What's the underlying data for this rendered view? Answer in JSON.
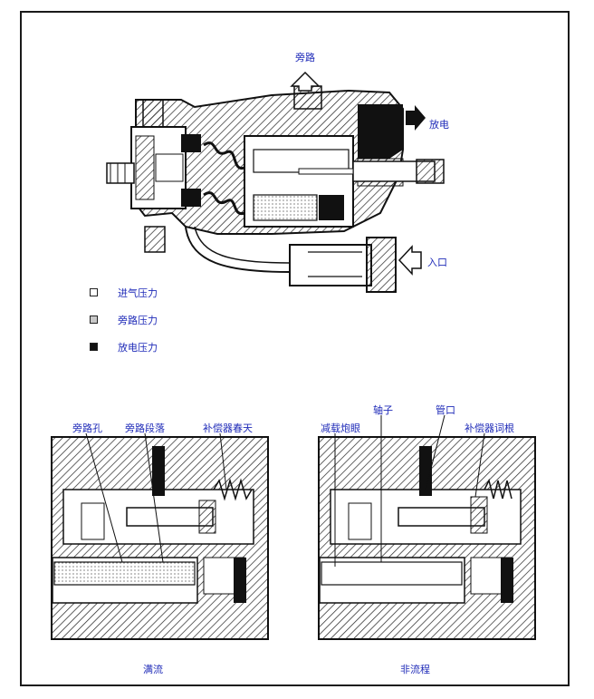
{
  "top_labels": {
    "bypass": "旁路",
    "discharge": "放电",
    "inlet": "入口"
  },
  "legend": [
    {
      "label": "进气压力",
      "color": "#ffffff"
    },
    {
      "label": "旁路压力",
      "color": "#c8c8c8"
    },
    {
      "label": "放电压力",
      "color": "#111111"
    }
  ],
  "left_detail": {
    "labels": [
      "旁路孔",
      "旁路段落",
      "补偿器春天"
    ],
    "caption": "满流"
  },
  "right_detail": {
    "labels": [
      "减载炮眼",
      "轴子",
      "管口",
      "补偿器词根"
    ],
    "caption": "非流程"
  },
  "colors": {
    "label_text": "#1f2bb8",
    "line": "#1a1a1a"
  }
}
